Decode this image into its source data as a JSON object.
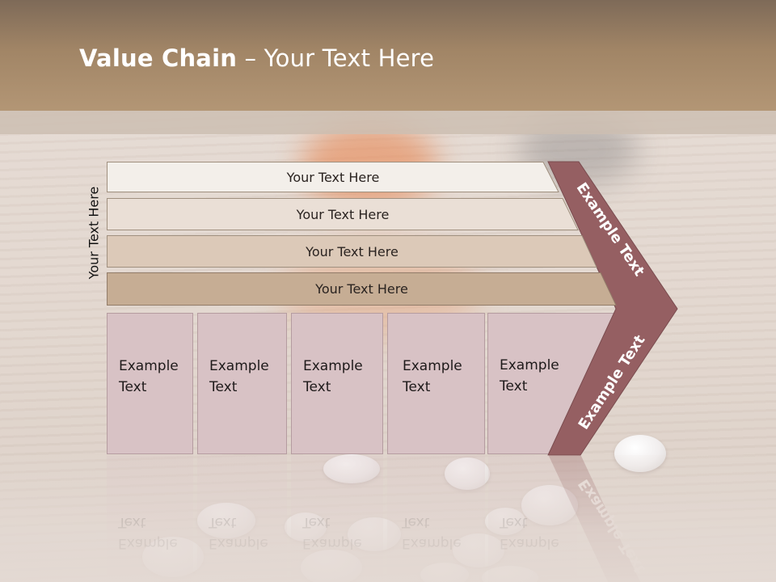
{
  "slide": {
    "title_bold": "Value Chain",
    "title_rest": " – Your Text Here",
    "side_label": "Your Text Here"
  },
  "bars": [
    {
      "label": "Your Text Here"
    },
    {
      "label": "Your Text Here"
    },
    {
      "label": "Your Text Here"
    },
    {
      "label": "Your Text Here"
    }
  ],
  "columns": [
    {
      "line1": "Example",
      "line2": "Text"
    },
    {
      "line1": "Example",
      "line2": "Text"
    },
    {
      "line1": "Example",
      "line2": "Text"
    },
    {
      "line1": "Example",
      "line2": "Text"
    },
    {
      "line1": "Example",
      "line2": "Text"
    }
  ],
  "chevron": {
    "upper_label": "Example Text",
    "lower_label": "Example Text"
  },
  "colors": {
    "header_top": "#7e6a58",
    "header_bottom": "#b39675",
    "bar_1": "#f3efea",
    "bar_2": "#eadfd6",
    "bar_3": "#dcc9b8",
    "bar_4": "#c6ad94",
    "column_fill": "#d8c2c5",
    "chevron_fill": "#955f62"
  }
}
